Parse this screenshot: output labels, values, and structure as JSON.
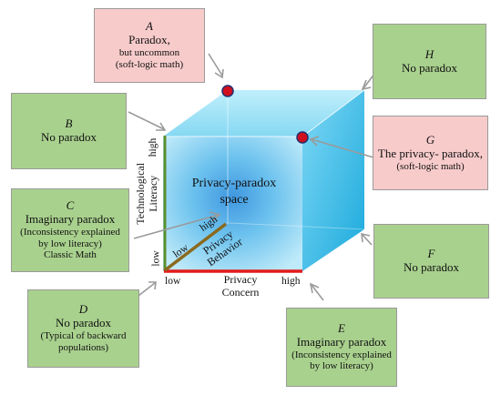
{
  "cube": {
    "center_label_line1": "Privacy-paradox",
    "center_label_line2": "space"
  },
  "axes": {
    "vertical": {
      "label_line1": "Technological",
      "label_line2": "Literacy",
      "low": "low",
      "high": "high",
      "color": "#5b8f2e"
    },
    "horizontal": {
      "label_line1": "Privacy",
      "label_line2": "Concern",
      "low": "low",
      "high": "high",
      "color": "#e41b1b"
    },
    "diagonal": {
      "label_line1": "Privacy",
      "label_line2": "Behavior",
      "low": "low",
      "high": "high",
      "color": "#8a6a1f"
    }
  },
  "boxes": {
    "A": {
      "letter": "A",
      "line1": "Paradox,",
      "line2": "but uncommon",
      "line3": "(soft-logic math)"
    },
    "B": {
      "letter": "B",
      "line1": "No paradox"
    },
    "C": {
      "letter": "C",
      "line1": "Imaginary paradox",
      "line2": "(Inconsistency explained",
      "line3": "by low literacy)",
      "line4": "Classic Math"
    },
    "D": {
      "letter": "D",
      "line1": "No paradox",
      "line2": "(Typical of backward",
      "line3": "populations)"
    },
    "E": {
      "letter": "E",
      "line1": "Imaginary paradox",
      "line2": "(Inconsistency explained",
      "line3": "by low literacy)"
    },
    "F": {
      "letter": "F",
      "line1": "No paradox"
    },
    "G": {
      "letter": "G",
      "line1": "The privacy- paradox,",
      "line2": "(soft-logic math)"
    },
    "H": {
      "letter": "H",
      "line1": "No paradox"
    }
  },
  "colors": {
    "paradox_box": "#f8cbcb",
    "no_paradox_box": "#a9d18e",
    "marker": "#d0101e",
    "cube": "#4fc3ea"
  }
}
